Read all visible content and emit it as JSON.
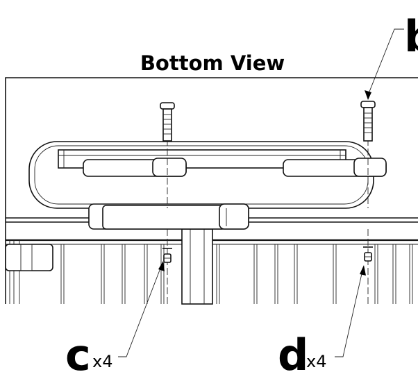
{
  "title": "Bottom View",
  "callouts": {
    "b": {
      "letter": "b"
    },
    "c": {
      "letter": "c",
      "qty": "x4"
    },
    "d": {
      "letter": "d",
      "qty": "x4"
    }
  }
}
